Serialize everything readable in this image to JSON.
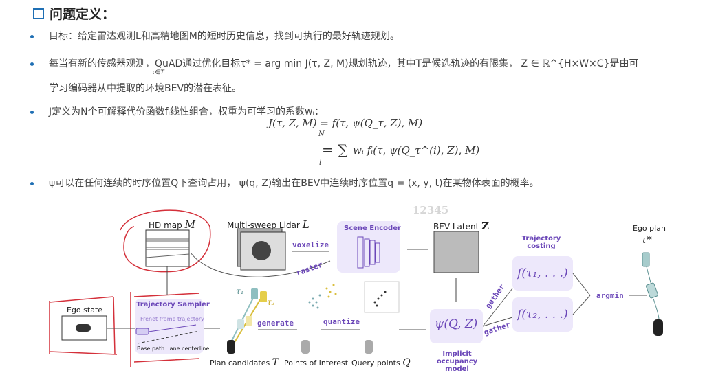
{
  "slide": {
    "title": "问题定义：",
    "bullets": [
      {
        "text": "目标：给定雷达观测L和高精地图M的短时历史信息，找到可执行的最好轨迹规划。"
      },
      {
        "text_line1": "每当有新的传感器观测，QuAD通过优化目标τ* = arg min J(τ, Z, M)规划轨迹，其中T是候选轨迹的有限集， Z ∈ ℝ^{H×W×C}是由可",
        "argmin_sub": "τ∈T",
        "text_line2": "学习编码器从中提取的环境BEV的潜在表征。"
      },
      {
        "text": "J定义为N个可解释代价函数fᵢ线性组合，权重为可学习的系数wᵢ："
      },
      {
        "text": "ψ可以在任何连续的时序位置Q下查询占用， ψ(q, Z)输出在BEV中连续时序位置q = (x, y, t)在某物体表面的概率。"
      }
    ],
    "equation": {
      "line1": "J(τ, Z, M) = f(τ, ψ(Q_τ, Z), M)",
      "line2_prefix": "= ∑",
      "sum_top": "N",
      "sum_bottom": "i",
      "line2": "wᵢ fᵢ(τ, ψ(Q_τ^(i), Z), M)"
    }
  },
  "diagram": {
    "watermark": "12345",
    "hd_map_label": "HD map",
    "hd_map_symbol": "M",
    "lidar_label": "Multi-sweep Lidar",
    "lidar_symbol": "L",
    "voxelize": "voxelize",
    "raster": "raster",
    "scene_encoder": "Scene Encoder",
    "bev_label": "BEV Latent",
    "bev_symbol": "Z",
    "traj_costing": "Trajectory costing",
    "cost1": "f(τ₁, . . .)",
    "cost2": "f(τ₂, . . .)",
    "argmin": "argmin",
    "ego_plan": "Ego plan",
    "ego_plan_symbol": "τ*",
    "ego_state": "Ego state",
    "sampler_title": "Trajectory Sampler",
    "frenet": "Frenet frame trajectory",
    "base_path": "Base path: lane centerline",
    "tau1": "τ₁",
    "tau2": "τ₂",
    "generate": "generate",
    "quantize": "quantize",
    "plan_candidates": "Plan candidates",
    "plan_symbol": "T",
    "points_interest": "Points of Interest",
    "query_points": "Query points",
    "query_symbol": "Q",
    "occupancy_fn": "ψ(Q, Z)",
    "occupancy_label": "Implicit occupancy model",
    "gather1": "gather",
    "gather2": "gather"
  },
  "colors": {
    "accent": "#1f6fb4",
    "purple": "#6b47b8",
    "panel": "#ede8fb",
    "annotation": "#d4303a",
    "teal": "#8fbfc0",
    "gold": "#d9be3c"
  }
}
